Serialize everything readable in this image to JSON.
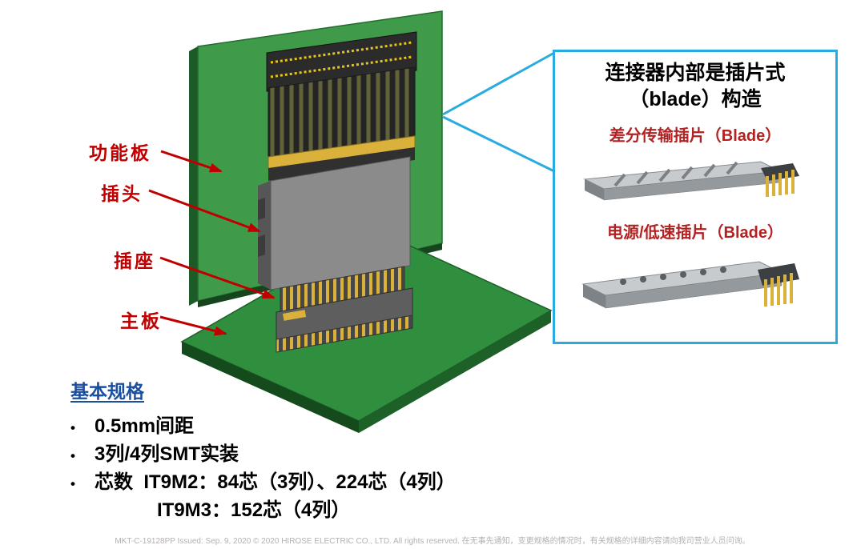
{
  "colors": {
    "label_red": "#c00000",
    "callout_border_cyan": "#29abe2",
    "blade_label_red": "#b22222",
    "spec_heading_blue": "#1a4fa0",
    "board_green": "#3f9b4a",
    "board_green_dark": "#1c5a28",
    "connector_gray": "#8b8b8b",
    "gold_contact": "#d9b13b"
  },
  "diagram": {
    "labels": {
      "functional_board": "功能板",
      "plug": "插头",
      "socket": "插座",
      "main_board": "主板"
    },
    "icon_names": [
      "red-arrow-icon",
      "callout-leader-line"
    ]
  },
  "callout": {
    "title_line1": "连接器内部是插片式",
    "title_line2": "（blade）构造",
    "blade_sections": [
      {
        "label": "差分传输插片（Blade）",
        "image": "differential-blade-image"
      },
      {
        "label": "电源/低速插片（Blade）",
        "image": "power-blade-image"
      }
    ]
  },
  "specs": {
    "heading": "基本规格",
    "bullet_char": "•",
    "bullets": [
      "0.5mm间距",
      "3列/4列SMT实装",
      "芯数  IT9M2：84芯（3列）、224芯（4列）"
    ],
    "continuation": "IT9M3：152芯（4列）"
  },
  "footer": "MKT-C-19128PP   Issued: Sep. 9, 2020   © 2020 HIROSE ELECTRIC CO., LTD. All rights reserved. 在无事先通知，变更规格的情况时，有关规格的详细内容请向我司营业人员问询。"
}
